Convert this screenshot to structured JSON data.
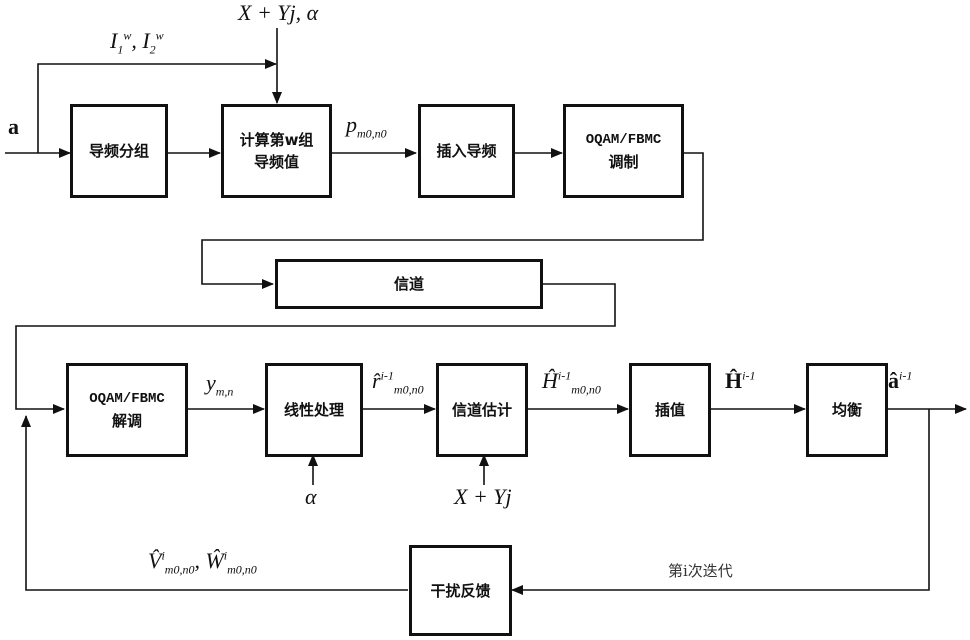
{
  "diagram": {
    "title": "OQAM/FBMC pilot-based iterative channel estimation block diagram",
    "blocks": {
      "pilot_grouping": [
        "导频分组"
      ],
      "compute_pilot": [
        "计算第w组",
        "导频值"
      ],
      "insert_pilot": [
        "插入导频"
      ],
      "modulation": [
        "OQAM/FBMC",
        "调制"
      ],
      "channel": [
        "信道"
      ],
      "demodulation": [
        "OQAM/FBMC",
        "解调"
      ],
      "linear_processing": [
        "线性处理"
      ],
      "channel_estimation": [
        "信道估计"
      ],
      "interpolation": [
        "插值"
      ],
      "equalization": [
        "均衡"
      ],
      "interference_feedback": [
        "干扰反馈"
      ]
    },
    "labels": {
      "input": "a",
      "group_indices": "I1w, I2w",
      "top_params": "X + Yj, α",
      "pilot_value": "p m0,n0",
      "received": "y m,n",
      "r_hat": "r̂ i-1 m0,n0",
      "h_hat": "Ĥ i-1 m0,n0",
      "H_hat_full": "Ĥ i-1",
      "output": "â i-1",
      "alpha": "α",
      "xy": "X + Yj",
      "feedback": "V̂ i m0,n0, Ŵ i m0,n0",
      "iteration": "第i次迭代"
    }
  }
}
